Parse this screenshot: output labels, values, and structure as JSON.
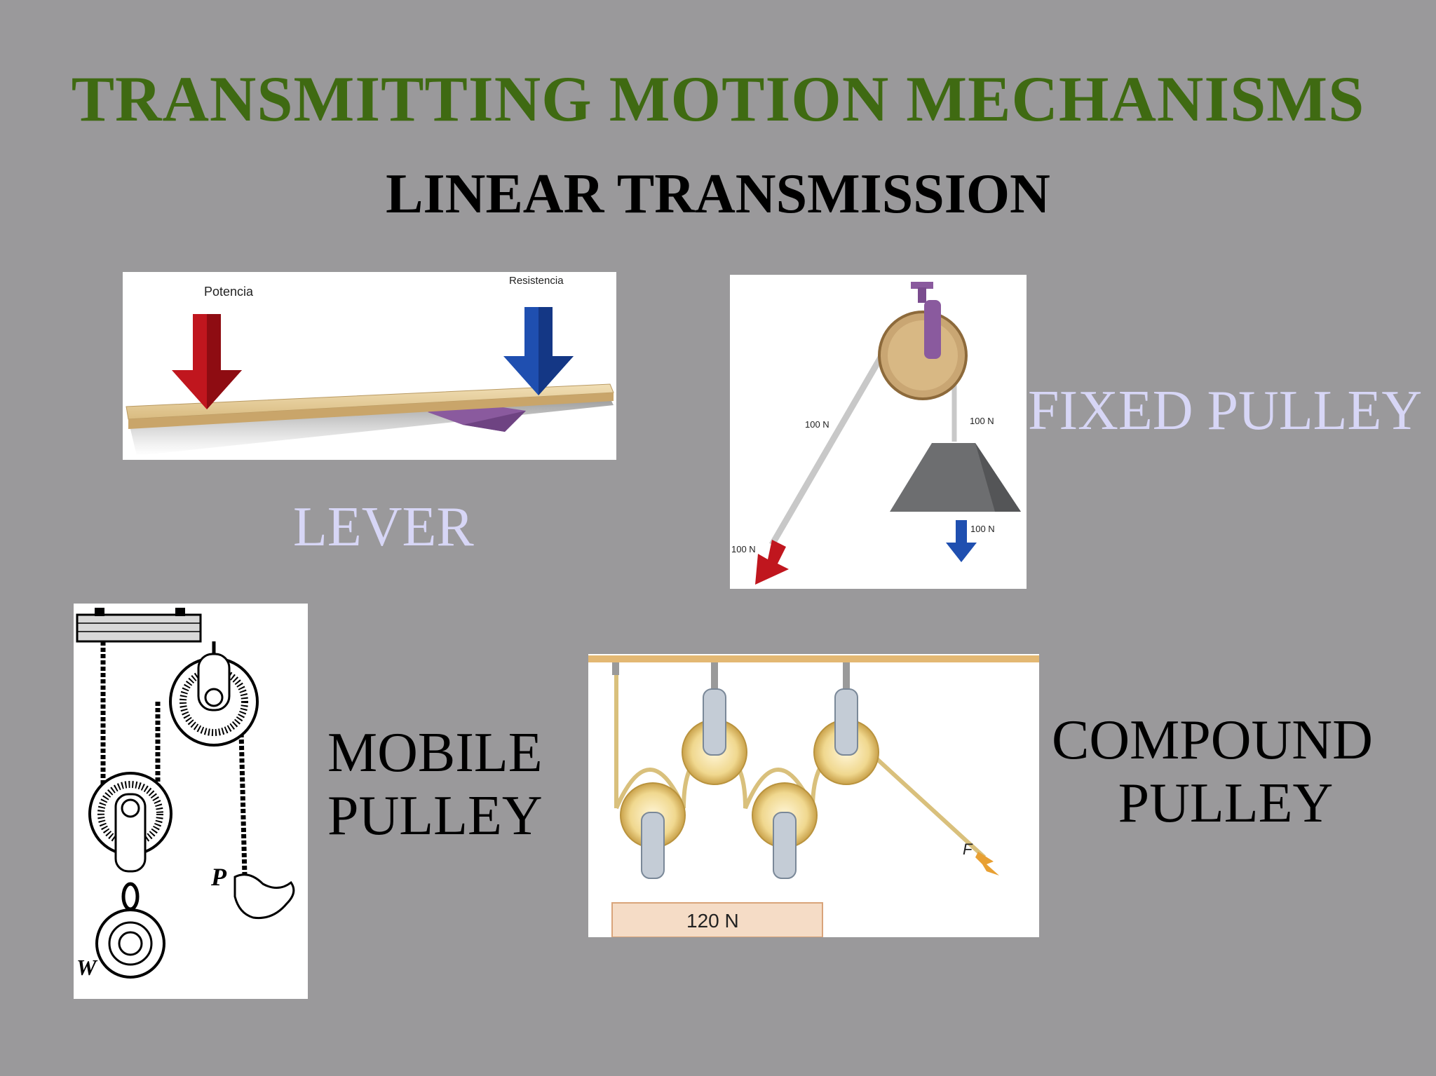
{
  "slide": {
    "title": "TRANSMITTING MOTION MECHANISMS",
    "subtitle": "LINEAR TRANSMISSION"
  },
  "lever": {
    "label": "LEVER",
    "effort_label": "Potencia",
    "load_label": "Resistencia",
    "colors": {
      "effort": "#c0161e",
      "load": "#1f4fb0",
      "fulcrum": "#8a5a9e",
      "beam": "#e8cf9c"
    }
  },
  "fixed_pulley": {
    "label": "FIXED PULLEY",
    "rope_left_force": "100 N",
    "rope_right_force": "100 N",
    "pull_force": "100 N",
    "load_force": "100 N"
  },
  "mobile_pulley": {
    "label_line1": "MOBILE",
    "label_line2": "PULLEY",
    "effort_symbol": "P",
    "weight_symbol": "W"
  },
  "compound_pulley": {
    "label_line1": "COMPOUND",
    "label_line2": "PULLEY",
    "load_value": "120 N",
    "force_symbol": "F"
  }
}
